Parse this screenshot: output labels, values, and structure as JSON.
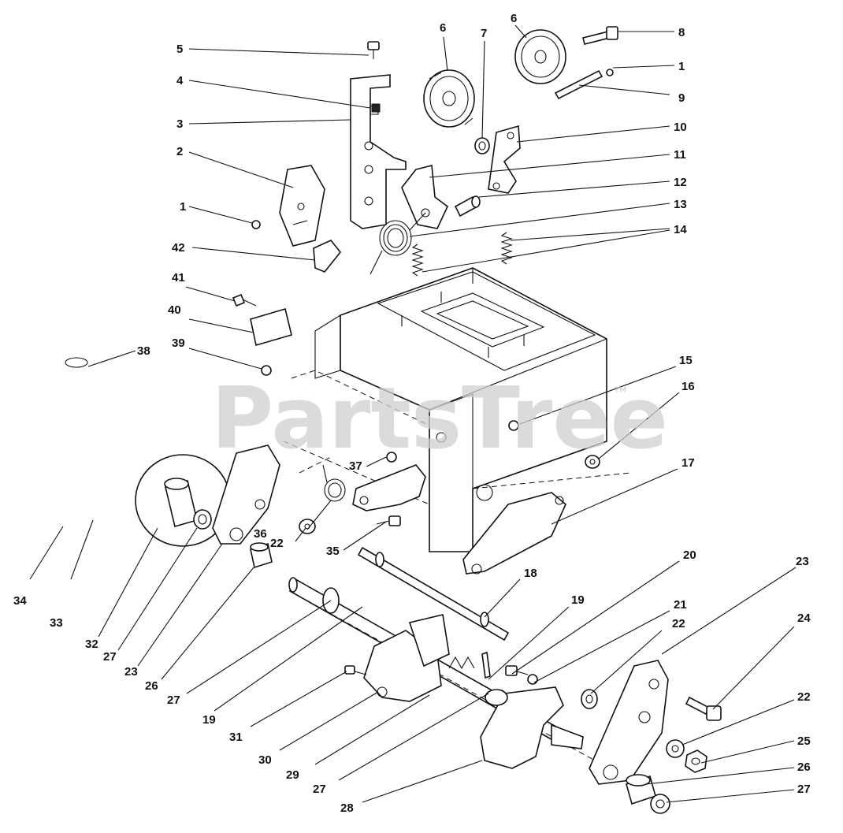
{
  "watermark": {
    "text": "PartsTree",
    "trademark": "TM"
  },
  "callouts": [
    {
      "id": "c5",
      "text": "5"
    },
    {
      "id": "c4",
      "text": "4"
    },
    {
      "id": "c3",
      "text": "3"
    },
    {
      "id": "c2",
      "text": "2"
    },
    {
      "id": "c1a",
      "text": "1"
    },
    {
      "id": "c42",
      "text": "42"
    },
    {
      "id": "c41",
      "text": "41"
    },
    {
      "id": "c40",
      "text": "40"
    },
    {
      "id": "c39",
      "text": "39"
    },
    {
      "id": "c38",
      "text": "38"
    },
    {
      "id": "c6a",
      "text": "6"
    },
    {
      "id": "c7",
      "text": "7"
    },
    {
      "id": "c6b",
      "text": "6"
    },
    {
      "id": "c8",
      "text": "8"
    },
    {
      "id": "c1b",
      "text": "1"
    },
    {
      "id": "c9",
      "text": "9"
    },
    {
      "id": "c10",
      "text": "10"
    },
    {
      "id": "c11",
      "text": "11"
    },
    {
      "id": "c12",
      "text": "12"
    },
    {
      "id": "c13",
      "text": "13"
    },
    {
      "id": "c14",
      "text": "14"
    },
    {
      "id": "c15",
      "text": "15"
    },
    {
      "id": "c16",
      "text": "16"
    },
    {
      "id": "c17",
      "text": "17"
    },
    {
      "id": "c37",
      "text": "37"
    },
    {
      "id": "c36",
      "text": "36"
    },
    {
      "id": "c22a",
      "text": "22"
    },
    {
      "id": "c35",
      "text": "35"
    },
    {
      "id": "c18",
      "text": "18"
    },
    {
      "id": "c20",
      "text": "20"
    },
    {
      "id": "c23a",
      "text": "23"
    },
    {
      "id": "c21",
      "text": "21"
    },
    {
      "id": "c22b",
      "text": "22"
    },
    {
      "id": "c19a",
      "text": "19"
    },
    {
      "id": "c24",
      "text": "24"
    },
    {
      "id": "c22c",
      "text": "22"
    },
    {
      "id": "c25",
      "text": "25"
    },
    {
      "id": "c26a",
      "text": "26"
    },
    {
      "id": "c27a",
      "text": "27"
    },
    {
      "id": "c34",
      "text": "34"
    },
    {
      "id": "c33",
      "text": "33"
    },
    {
      "id": "c32",
      "text": "32"
    },
    {
      "id": "c27b",
      "text": "27"
    },
    {
      "id": "c23b",
      "text": "23"
    },
    {
      "id": "c26b",
      "text": "26"
    },
    {
      "id": "c27c",
      "text": "27"
    },
    {
      "id": "c19b",
      "text": "19"
    },
    {
      "id": "c31",
      "text": "31"
    },
    {
      "id": "c30",
      "text": "30"
    },
    {
      "id": "c29",
      "text": "29"
    },
    {
      "id": "c27d",
      "text": "27"
    },
    {
      "id": "c28",
      "text": "28"
    }
  ]
}
